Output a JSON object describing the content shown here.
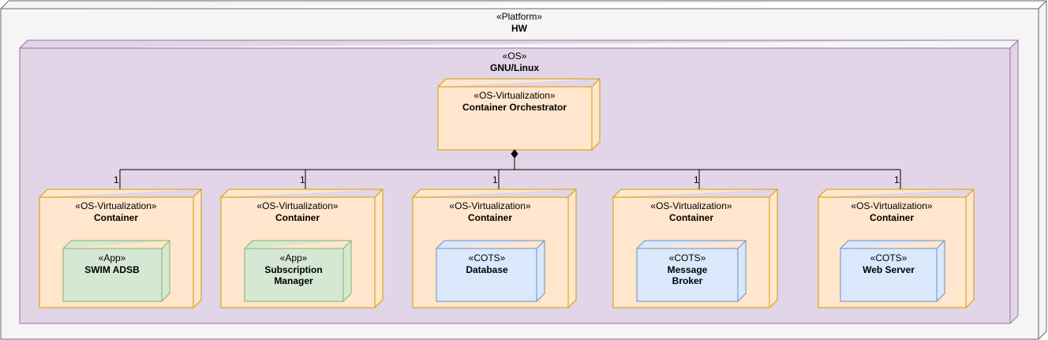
{
  "platform": {
    "stereotype": "«Platform»",
    "name": "HW"
  },
  "os": {
    "stereotype": "«OS»",
    "name": "GNU/Linux"
  },
  "orchestrator": {
    "stereotype": "«OS-Virtualization»",
    "name": "Container Orchestrator"
  },
  "containers": [
    {
      "stereotype": "«OS-Virtualization»",
      "name": "Container",
      "multiplicity": "1",
      "component": {
        "stereotype": "«App»",
        "name_lines": [
          "SWIM ADSB"
        ],
        "kind": "app"
      }
    },
    {
      "stereotype": "«OS-Virtualization»",
      "name": "Container",
      "multiplicity": "1",
      "component": {
        "stereotype": "«App»",
        "name_lines": [
          "Subscription",
          "Manager"
        ],
        "kind": "app"
      }
    },
    {
      "stereotype": "«OS-Virtualization»",
      "name": "Container",
      "multiplicity": "1",
      "component": {
        "stereotype": "«COTS»",
        "name_lines": [
          "Database"
        ],
        "kind": "cots"
      }
    },
    {
      "stereotype": "«OS-Virtualization»",
      "name": "Container",
      "multiplicity": "1",
      "component": {
        "stereotype": "«COTS»",
        "name_lines": [
          "Message",
          "Broker"
        ],
        "kind": "cots"
      }
    },
    {
      "stereotype": "«OS-Virtualization»",
      "name": "Container",
      "multiplicity": "1",
      "component": {
        "stereotype": "«COTS»",
        "name_lines": [
          "Web Server"
        ],
        "kind": "cots"
      }
    }
  ],
  "colors": {
    "platform_fill": "#f5f5f5",
    "platform_stroke": "#666666",
    "os_fill": "#e1d5e7",
    "os_stroke": "#9673a6",
    "container_fill": "#ffe6cc",
    "container_stroke": "#d79b00",
    "app_fill": "#d5e8d4",
    "app_stroke": "#82b366",
    "cots_fill": "#dae8fc",
    "cots_stroke": "#6c8ebf",
    "connector": "#000000"
  }
}
